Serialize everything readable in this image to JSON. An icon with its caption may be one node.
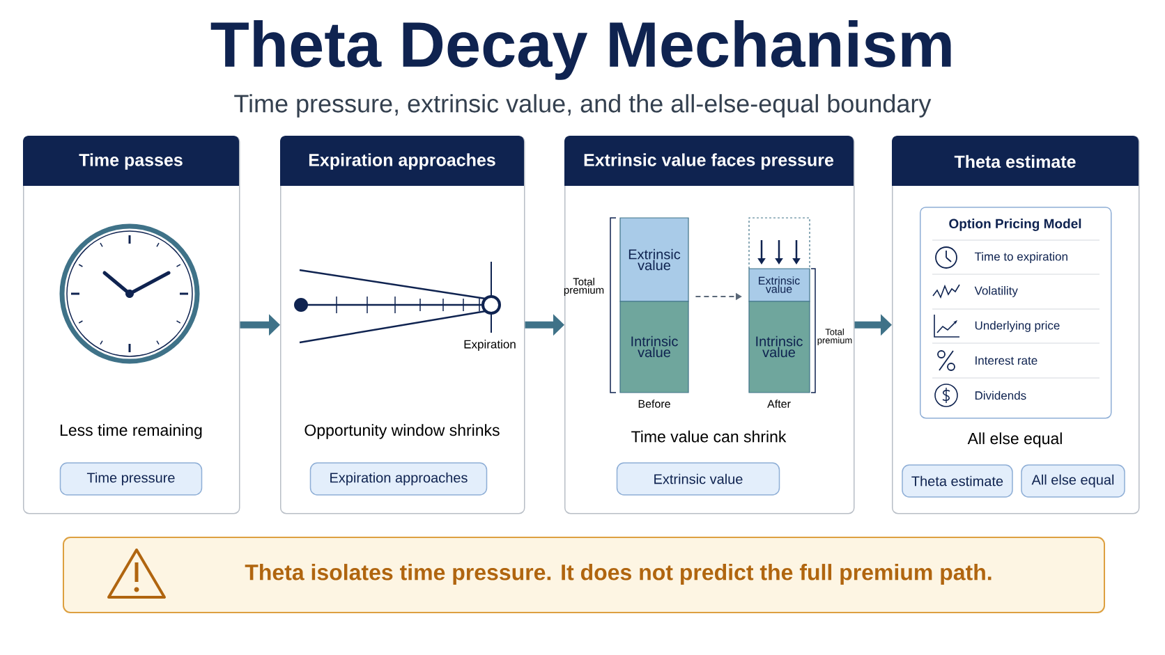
{
  "diagram": {
    "title": "Theta Decay Mechanism",
    "caption": "Time pressure, extrinsic value, and the all-else-equal boundary",
    "nodes": [
      {
        "text": [
          "Time passes",
          "Less time remaining"
        ]
      },
      {
        "text": [
          "Time pressure"
        ],
        "in": 0
      },
      {
        "text": [
          "Expiration approaches",
          "Opportunity window shrinks"
        ]
      },
      {
        "text": [
          "Expiration approaches"
        ],
        "in": 2
      },
      {
        "text": [
          "Extrinsic value faces pressure",
          "Time value can shrink"
        ]
      },
      {
        "text": [
          "Extrinsic value",
          "Intrinsic value"
        ],
        "beside": [
          "Before"
        ],
        "in": 4
      },
      {
        "text": [
          "Extrinsic value",
          "Intrinsic value"
        ],
        "beside": [
          "After"
        ],
        "in": 4
      },
      {
        "text": [
          "Extrinsic value"
        ],
        "in": 4
      },
      {
        "text": [
          "Theta estimate",
          "All else equal"
        ]
      },
      {
        "text": [
          "Option Pricing Model",
          "Time to expiration",
          "Volatility",
          "Underlying price",
          "Interest rate",
          "Dividends"
        ],
        "in": 8
      },
      {
        "text": [
          "Theta estimate"
        ],
        "in": 8
      },
      {
        "text": [
          "All else equal"
        ],
        "in": 8
      },
      {
        "text": [
          "Theta isolates time pressure. It does not predict the full premium path."
        ]
      }
    ],
    "edges": [
      {
        "from": 0,
        "to": 2,
        "arrow": "to"
      },
      {
        "from": 2,
        "to": 4,
        "arrow": "to"
      },
      {
        "from": 4,
        "to": 8,
        "arrow": "to"
      },
      {
        "from": 5,
        "to": 6,
        "arrow": "to",
        "style": "dashed",
        "color": "#5b6878"
      }
    ],
    "labels": [
      "Expiration",
      "Total premium",
      "Total premium"
    ]
  }
}
